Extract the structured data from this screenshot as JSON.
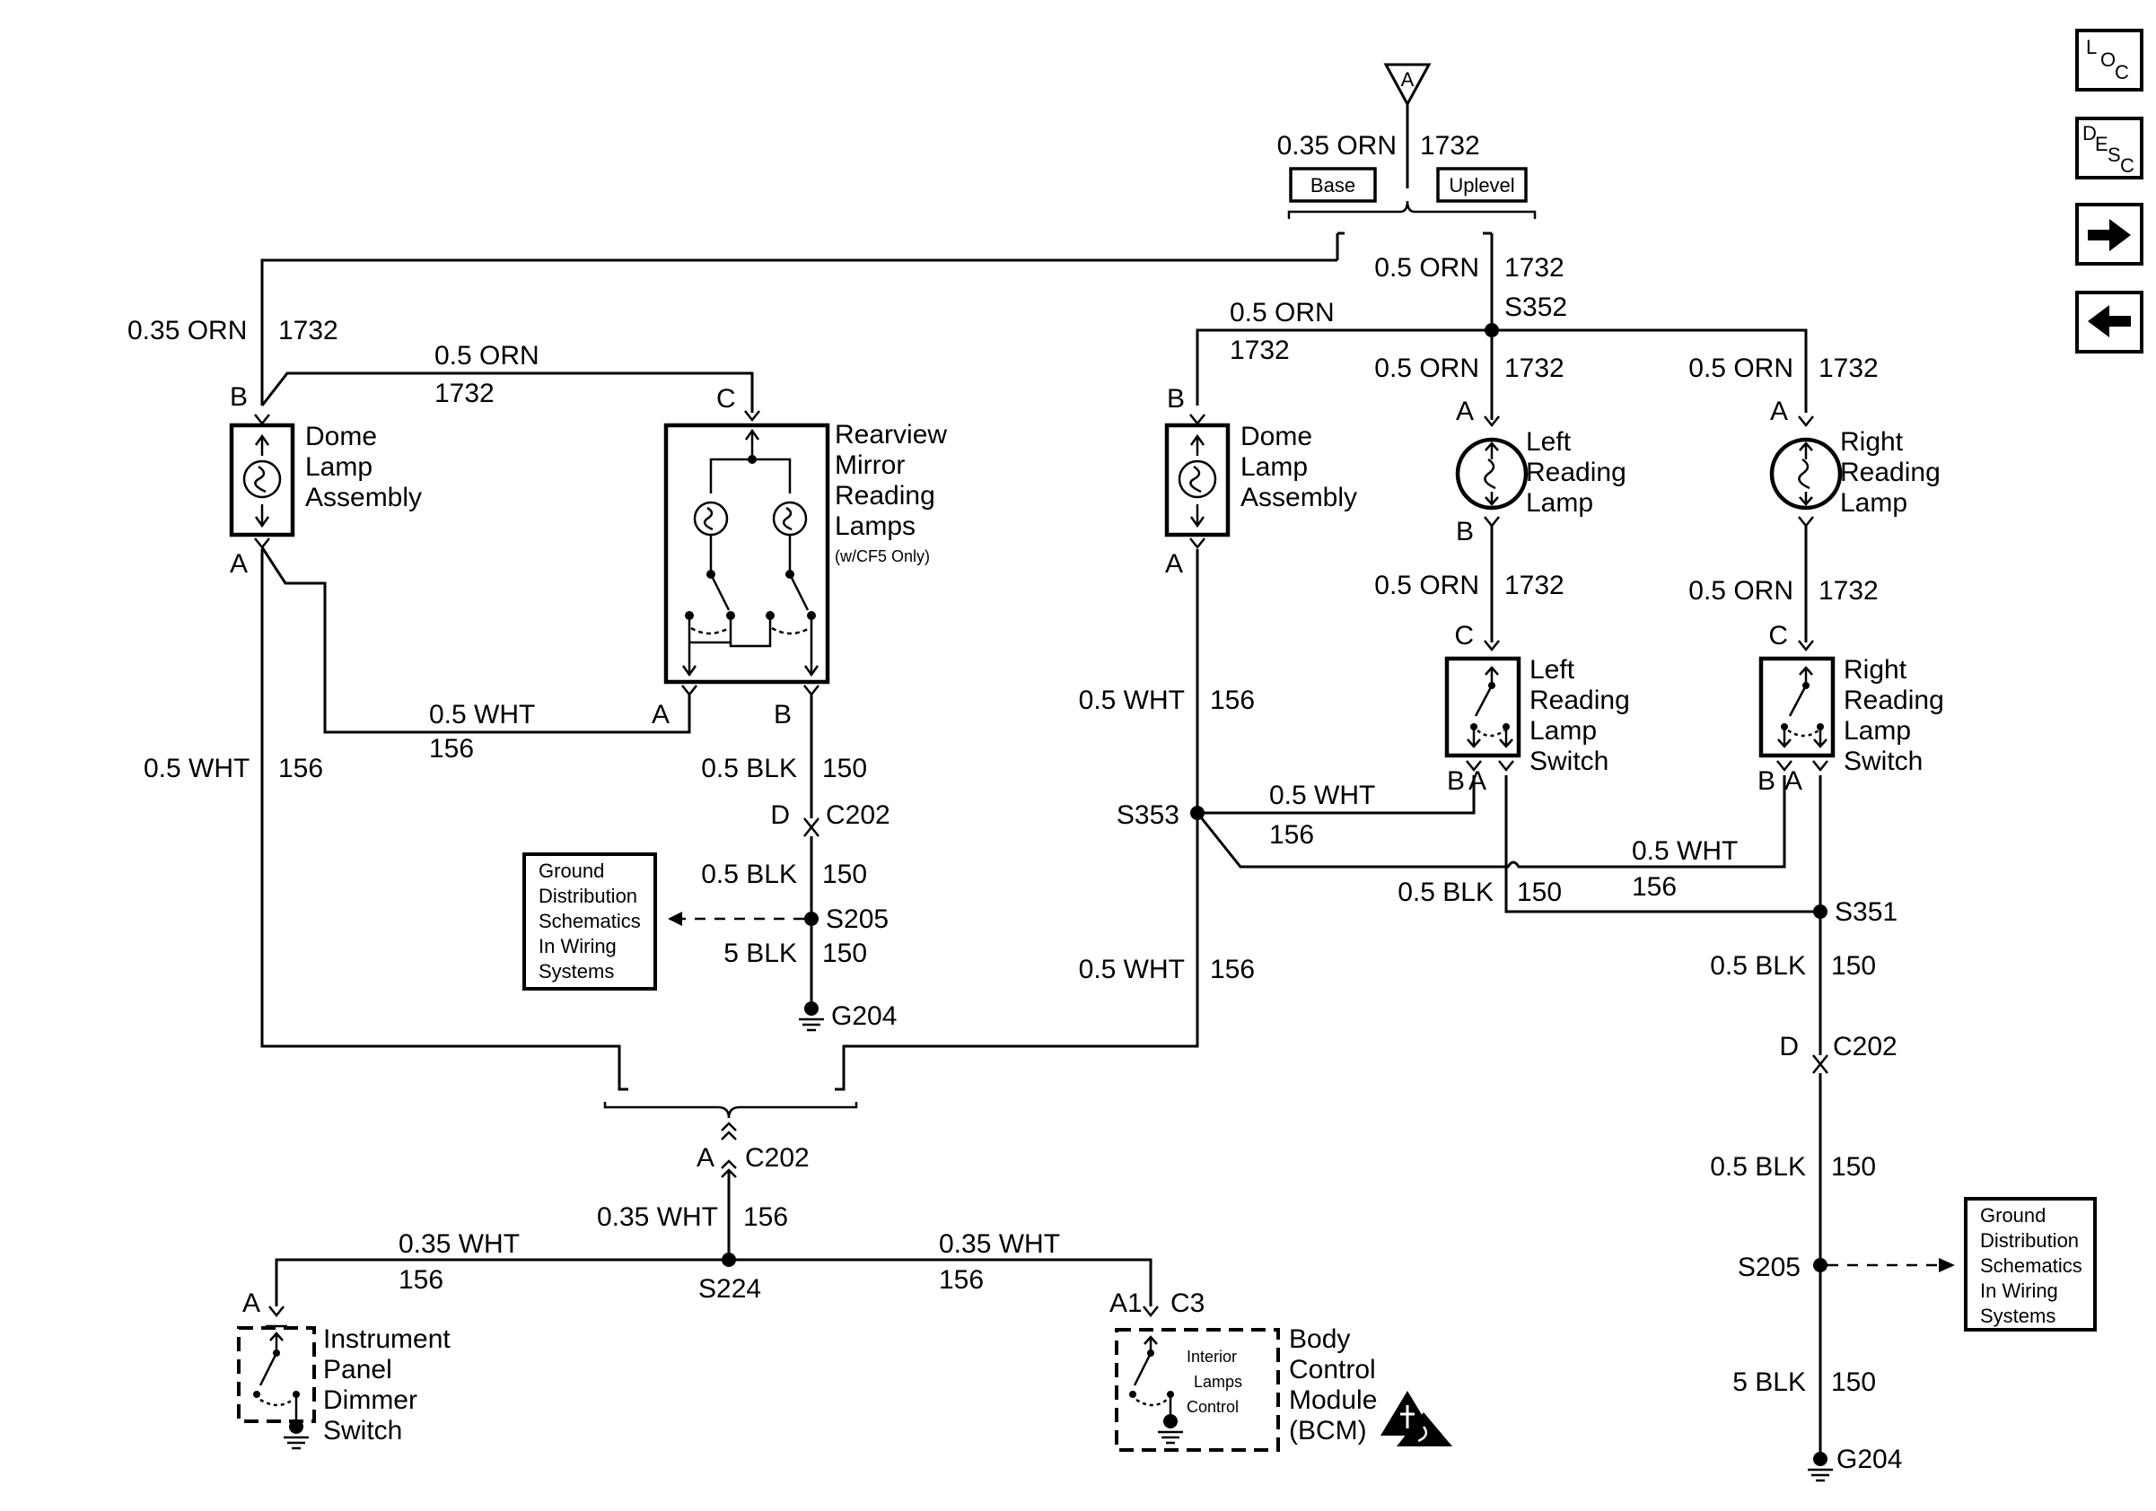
{
  "nav": {
    "loc": {
      "l": "L",
      "o": "O",
      "c": "C"
    },
    "desc": {
      "d": "D",
      "e": "E",
      "s": "S",
      "c": "C"
    }
  },
  "feed": {
    "label": "A",
    "wire_left": "0.35 ORN",
    "wire_right": "1732",
    "base": "Base",
    "uplevel": "Uplevel"
  },
  "left_dome": {
    "wire_top_color": "0.35 ORN",
    "wire_top_num": "1732",
    "jumper_color": "0.5 ORN",
    "jumper_num": "1732",
    "pin_b": "B",
    "pin_a": "A",
    "name": [
      "Dome",
      "Lamp",
      "Assembly"
    ],
    "wire_down_color": "0.5 WHT",
    "wire_down_num": "156",
    "wire_mirror_color": "0.5 WHT",
    "wire_mirror_num": "156"
  },
  "mirror": {
    "pin_c": "C",
    "pin_a": "A",
    "pin_b": "B",
    "name": [
      "Rearview",
      "Mirror",
      "Reading",
      "Lamps"
    ],
    "note": "(w/CF5 Only)",
    "gnd_wire1_color": "0.5 BLK",
    "gnd_wire1_num": "150",
    "conn_pin": "D",
    "conn": "C202",
    "gnd_wire2_color": "0.5 BLK",
    "gnd_wire2_num": "150",
    "splice": "S205",
    "gnd_wire3_color": "5 BLK",
    "gnd_wire3_num": "150",
    "ground": "G204"
  },
  "ground_ref_left": [
    "Ground",
    "Distribution",
    "Schematics",
    "In Wiring",
    "Systems"
  ],
  "uplevel_branch": {
    "wire_color": "0.5 ORN",
    "wire_num": "1732",
    "splice": "S352",
    "dome_wire_color": "0.5 ORN",
    "dome_wire_num": "1732"
  },
  "right_dome": {
    "pin_b": "B",
    "pin_a": "A",
    "name": [
      "Dome",
      "Lamp",
      "Assembly"
    ],
    "wire_color": "0.5 WHT",
    "wire_num": "156",
    "splice": "S353",
    "lower_wire_color": "0.5 WHT",
    "lower_wire_num": "156"
  },
  "left_reading": {
    "wire1_color": "0.5 ORN",
    "wire1_num": "1732",
    "pin_a": "A",
    "name": [
      "Left",
      "Reading",
      "Lamp"
    ],
    "pin_b": "B",
    "wire2_color": "0.5 ORN",
    "wire2_num": "1732",
    "sw_pin_c": "C",
    "sw_name": [
      "Left",
      "Reading",
      "Lamp",
      "Switch"
    ],
    "sw_pin_b": "B",
    "sw_pin_a": "A",
    "sw_wire_color": "0.5 WHT",
    "sw_wire_num": "156",
    "blk_color": "0.5 BLK",
    "blk_num": "150"
  },
  "right_reading": {
    "wire1_color": "0.5 ORN",
    "wire1_num": "1732",
    "pin_a": "A",
    "name": [
      "Right",
      "Reading",
      "Lamp"
    ],
    "wire2_color": "0.5 ORN",
    "wire2_num": "1732",
    "sw_pin_c": "C",
    "sw_name": [
      "Right",
      "Reading",
      "Lamp",
      "Switch"
    ],
    "sw_pin_b": "B",
    "sw_pin_a": "A",
    "sw_wire_color": "0.5 WHT",
    "sw_wire_num": "156"
  },
  "right_ground": {
    "splice1": "S351",
    "wire1_color": "0.5 BLK",
    "wire1_num": "150",
    "conn_pin": "D",
    "conn": "C202",
    "wire2_color": "0.5 BLK",
    "wire2_num": "150",
    "splice2": "S205",
    "wire3_color": "5 BLK",
    "wire3_num": "150",
    "ground": "G204"
  },
  "ground_ref_right": [
    "Ground",
    "Distribution",
    "Schematics",
    "In Wiring",
    "Systems"
  ],
  "bottom": {
    "conn_pin": "A",
    "conn": "C202",
    "wire_color": "0.35 WHT",
    "wire_num": "156",
    "splice": "S224",
    "left_color": "0.35 WHT",
    "left_num": "156",
    "right_color": "0.35 WHT",
    "right_num": "156"
  },
  "dimmer": {
    "pin": "A",
    "name": [
      "Instrument",
      "Panel",
      "Dimmer",
      "Switch"
    ]
  },
  "bcm": {
    "pin": "A1",
    "conn": "C3",
    "inner": [
      "Interior",
      "Lamps",
      "Control"
    ],
    "name": [
      "Body",
      "Control",
      "Module",
      "(BCM)"
    ]
  }
}
